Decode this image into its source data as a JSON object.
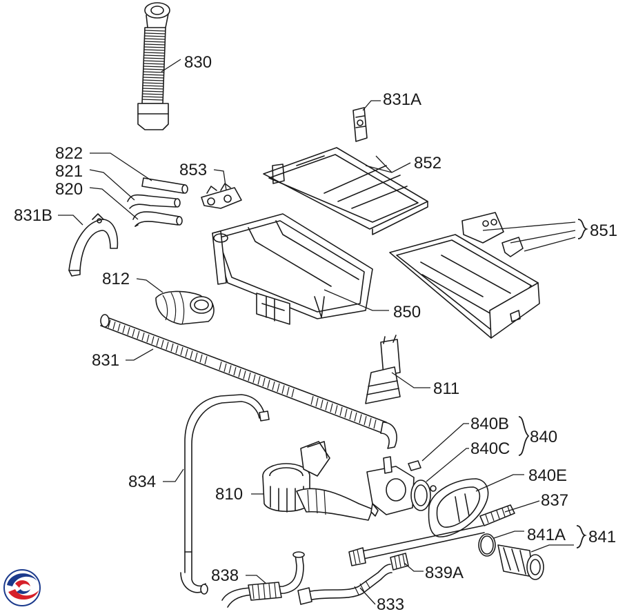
{
  "labels": {
    "l830": "830",
    "l831A": "831A",
    "l822": "822",
    "l821": "821",
    "l820": "820",
    "l853": "853",
    "l852": "852",
    "l831B": "831B",
    "l851": "851",
    "l812": "812",
    "l850": "850",
    "l831": "831",
    "l811": "811",
    "l840B": "840B",
    "l840": "840",
    "l840C": "840C",
    "l834": "834",
    "l840E": "840E",
    "l810": "810",
    "l837": "837",
    "l841A": "841A",
    "l841": "841",
    "l838": "838",
    "l839A": "839A",
    "l833": "833"
  },
  "colors": {
    "line": "#1a1a1a",
    "logo_blue": "#1b3a8c",
    "logo_red": "#d6202a"
  },
  "icons": {
    "logo": "brand-swirl-logo"
  }
}
